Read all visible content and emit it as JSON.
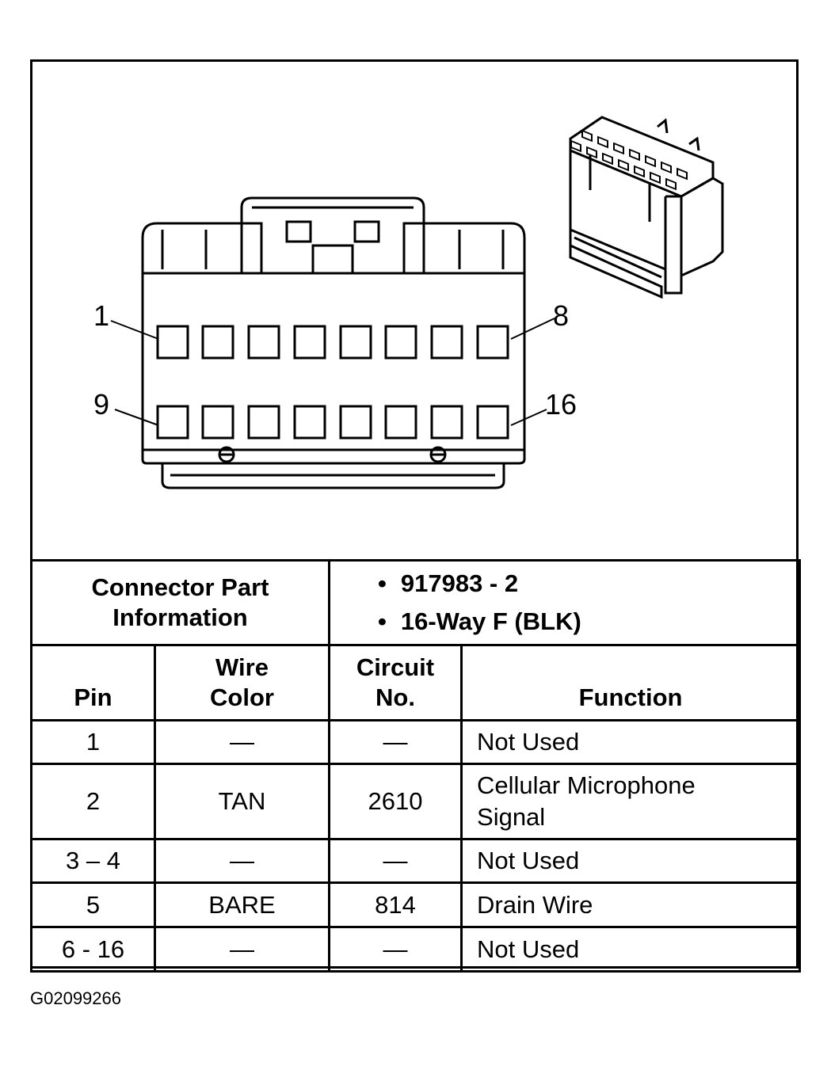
{
  "diagram": {
    "pin_labels": {
      "top_left": "1",
      "top_right": "8",
      "bottom_left": "9",
      "bottom_right": "16"
    }
  },
  "connector_info": {
    "label_line1": "Connector Part",
    "label_line2": "Information",
    "part_number": "917983 - 2",
    "description": "16-Way F (BLK)"
  },
  "table": {
    "headers": {
      "pin": "Pin",
      "wire_color_line1": "Wire",
      "wire_color_line2": "Color",
      "circuit_line1": "Circuit",
      "circuit_line2": "No.",
      "function": "Function"
    },
    "rows": [
      {
        "pin": "1",
        "wire_color": "—",
        "circuit": "—",
        "function": "Not Used"
      },
      {
        "pin": "2",
        "wire_color": "TAN",
        "circuit": "2610",
        "function_line1": "Cellular Microphone",
        "function_line2": "Signal"
      },
      {
        "pin": "3 – 4",
        "wire_color": "—",
        "circuit": "—",
        "function": "Not Used"
      },
      {
        "pin": "5",
        "wire_color": "BARE",
        "circuit": "814",
        "function": "Drain Wire"
      },
      {
        "pin": "6 - 16",
        "wire_color": "—",
        "circuit": "—",
        "function": "Not Used"
      }
    ]
  },
  "figure_id": "G02099266"
}
